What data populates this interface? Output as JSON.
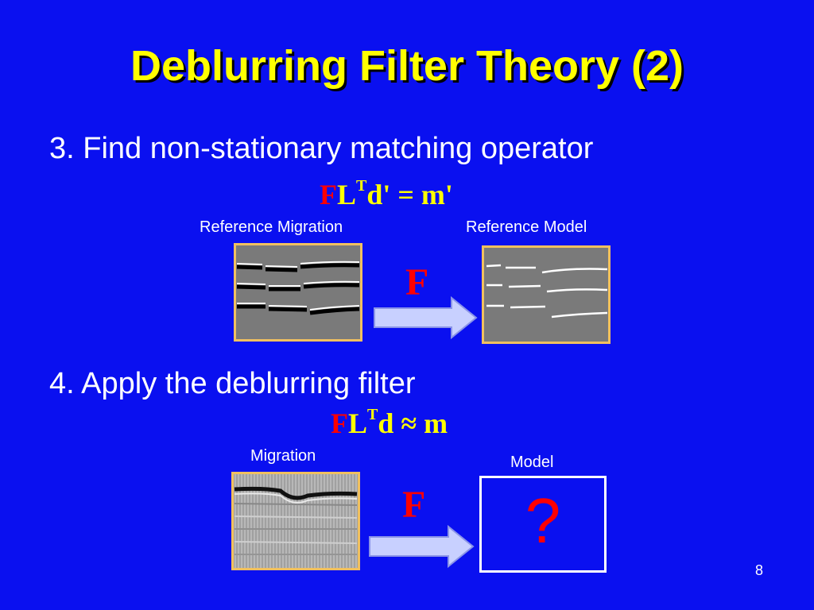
{
  "slide": {
    "title": "Deblurring Filter Theory (2)",
    "page_number": "8"
  },
  "step3": {
    "text": "3. Find non-stationary matching operator",
    "equation": {
      "F": "F",
      "L": "L",
      "T": "T",
      "rest": "d' = m'"
    },
    "left_caption": "Reference Migration",
    "right_caption": "Reference Model",
    "operator": "F"
  },
  "step4": {
    "text": "4. Apply the deblurring filter",
    "equation": {
      "F": "F",
      "L": "L",
      "T": "T",
      "rest": "d ≈ m"
    },
    "left_caption": "Migration",
    "right_caption": "Model",
    "operator": "F",
    "unknown": "?"
  },
  "colors": {
    "background": "#0a10f0",
    "title": "#ffff00",
    "operator": "#ff0000",
    "panel_border": "#f0c060",
    "panel_fill": "#7a7a7a",
    "arrow": "#c8d0ff"
  }
}
